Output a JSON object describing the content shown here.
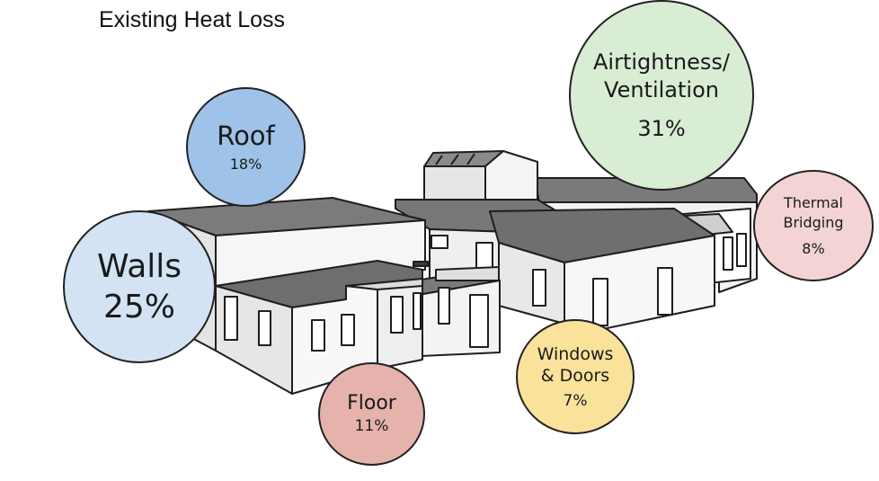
{
  "title": "Existing Heat Loss",
  "components": [
    {
      "id": "walls",
      "label": "Walls",
      "percent": "25%",
      "color": "#d3e3f4"
    },
    {
      "id": "roof",
      "label": "Roof",
      "percent": "18%",
      "color": "#9fc2e8"
    },
    {
      "id": "airtight",
      "label": "Airtightness/\nVentilation",
      "percent": "31%",
      "color": "#d9ecd4"
    },
    {
      "id": "thermal",
      "label": "Thermal\nBridging",
      "percent": "8%",
      "color": "#f3d3d3"
    },
    {
      "id": "floor",
      "label": "Floor",
      "percent": "11%",
      "color": "#e5b3ac"
    },
    {
      "id": "windows",
      "label": "Windows\n& Doors",
      "percent": "7%",
      "color": "#fae29a"
    }
  ]
}
